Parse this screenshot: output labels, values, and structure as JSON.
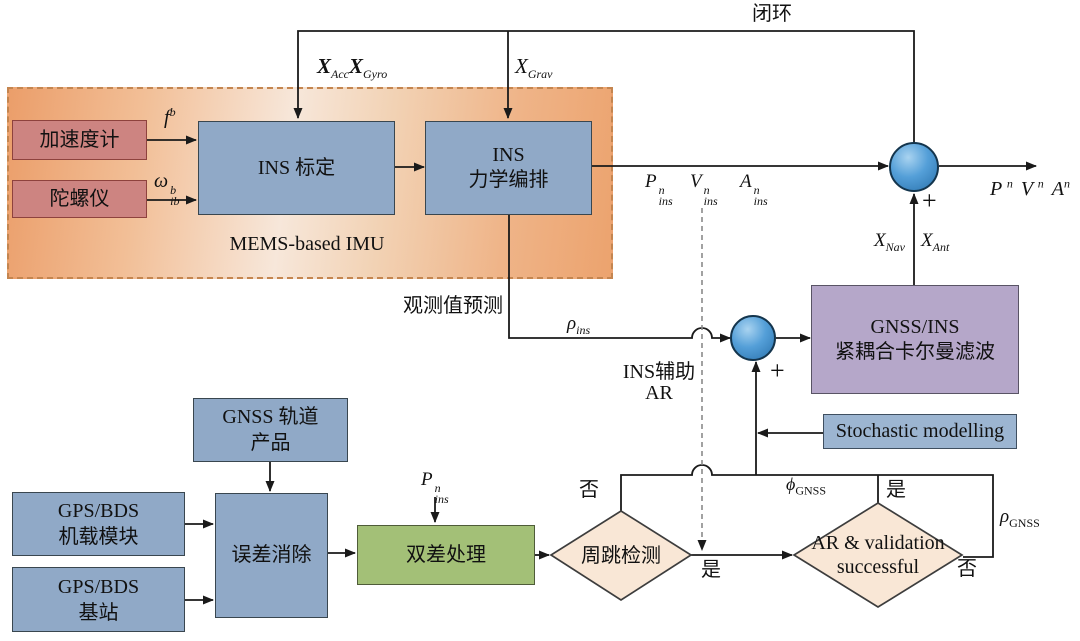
{
  "colors": {
    "box_blue": "#90a9c7",
    "box_pink": "#cd8481",
    "box_green": "#a3c077",
    "box_purple": "#b5a7c9",
    "box_ltblue": "#9cb5d1",
    "diamond_fill": "#f9e7d6",
    "imu_orange": "#eb9e6a",
    "ball_blue": "#4a97d2",
    "line": "#1a1a1a",
    "dashed_gray": "#8a8a8a"
  },
  "top": {
    "closed_loop": "闭环"
  },
  "imu": {
    "title": "MEMS-based IMU",
    "accelerometer": "加速度计",
    "gyroscope": "陀螺仪",
    "ins_calibration": "INS 标定",
    "ins_mech_line1": "INS",
    "ins_mech_line2": "力学编排",
    "f": {
      "base": "f",
      "sup": "b"
    },
    "omega": {
      "base": "ω",
      "sup": "b",
      "sub": "ib"
    }
  },
  "signals": {
    "x_acc": {
      "base": "X",
      "sub": "Acc"
    },
    "x_gyro": {
      "base": "X",
      "sub": "Gyro"
    },
    "x_grav": {
      "base": "X",
      "sub": "Grav"
    },
    "p_ins": {
      "base": "P",
      "sup": "n",
      "sub": "ins"
    },
    "v_ins": {
      "base": "V",
      "sup": "n",
      "sub": "ins"
    },
    "a_ins": {
      "base": "A",
      "sup": "n",
      "sub": "ins"
    },
    "p_out": {
      "base": "P",
      "sup": "n"
    },
    "v_out": {
      "base": "V",
      "sup": "n"
    },
    "a_out": {
      "base": "A",
      "sup": "n"
    },
    "x_nav": {
      "base": "X",
      "sub": "Nav"
    },
    "x_ant": {
      "base": "X",
      "sub": "Ant"
    },
    "rho_ins": {
      "base": "ρ",
      "sub": "ins"
    },
    "phi_gnss": {
      "base": "ϕ",
      "sub": "GNSS"
    },
    "rho_gnss": {
      "base": "ρ",
      "sub": "GNSS"
    },
    "p_ins_dd": {
      "base": "P",
      "sup": "n",
      "sub": "ins"
    },
    "plus1": "+",
    "plus2": "+"
  },
  "kalman": {
    "line1": "GNSS/INS",
    "line2": "紧耦合卡尔曼滤波"
  },
  "stochastic": {
    "label": "Stochastic modelling"
  },
  "gnss": {
    "orbit_line1": "GNSS 轨道",
    "orbit_line2": "产品",
    "onboard_line1": "GPS/BDS",
    "onboard_line2": "机载模块",
    "base_line1": "GPS/BDS",
    "base_line2": "基站",
    "error_elimination": "误差消除",
    "double_difference": "双差处理"
  },
  "decisions": {
    "cycle_slip": "周跳检测",
    "ar_line1": "AR & validation",
    "ar_line2": "successful",
    "no1": "否",
    "yes1": "是",
    "yes2": "是",
    "no2": "否"
  },
  "misc": {
    "obs_prediction": "观测值预测",
    "ins_aid_line1": "INS辅助",
    "ins_aid_line2": "AR"
  }
}
